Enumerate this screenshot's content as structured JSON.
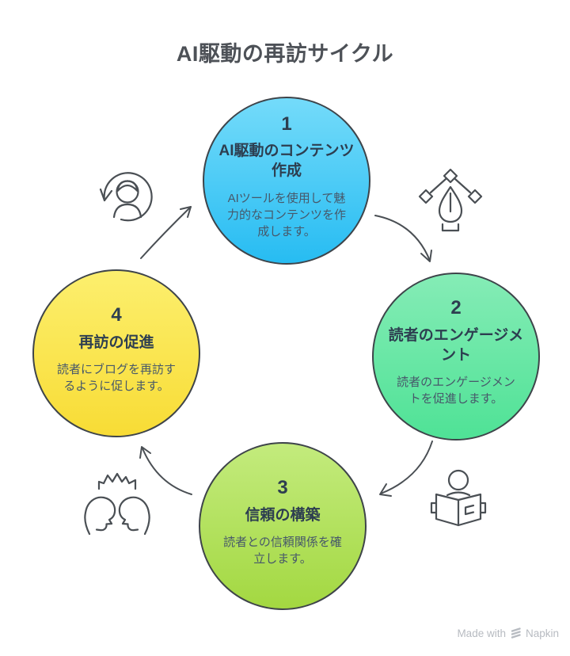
{
  "title": "AI駆動の再訪サイクル",
  "steps": [
    {
      "number": "1",
      "title": "AI駆動のコンテンツ作成",
      "description": "AIツールを使用して魅力的なコンテンツを作成します。",
      "colors": {
        "top": "#74DBFA",
        "bottom": "#27BCF2"
      },
      "position": "top"
    },
    {
      "number": "2",
      "title": "読者のエンゲージメント",
      "description": "読者のエンゲージメントを促進します。",
      "colors": {
        "top": "#85ECB6",
        "bottom": "#4FE296"
      },
      "position": "right"
    },
    {
      "number": "3",
      "title": "信頼の構築",
      "description": "読者との信頼関係を確立します。",
      "colors": {
        "top": "#C3EB7D",
        "bottom": "#A3D841"
      },
      "position": "bottom"
    },
    {
      "number": "4",
      "title": "再訪の促進",
      "description": "読者にブログを再訪するように促します。",
      "colors": {
        "top": "#FCEF6E",
        "bottom": "#F8DC35"
      },
      "position": "left"
    }
  ],
  "icons": [
    {
      "name": "returning-user-icon",
      "position": "top-left"
    },
    {
      "name": "pen-tool-icon",
      "position": "top-right"
    },
    {
      "name": "reading-book-icon",
      "position": "bottom-right"
    },
    {
      "name": "discussion-icon",
      "position": "bottom-left"
    }
  ],
  "colors": {
    "background": "#ffffff",
    "circle_stroke": "#3e444a",
    "line_stroke": "#4a4f54",
    "title_text": "#4d5157",
    "step_heading_text": "#2d3e50",
    "step_description_text": "#47586a",
    "footer_text": "#b7bbc1"
  },
  "footer": {
    "made_with": "Made with",
    "brand": "Napkin"
  }
}
